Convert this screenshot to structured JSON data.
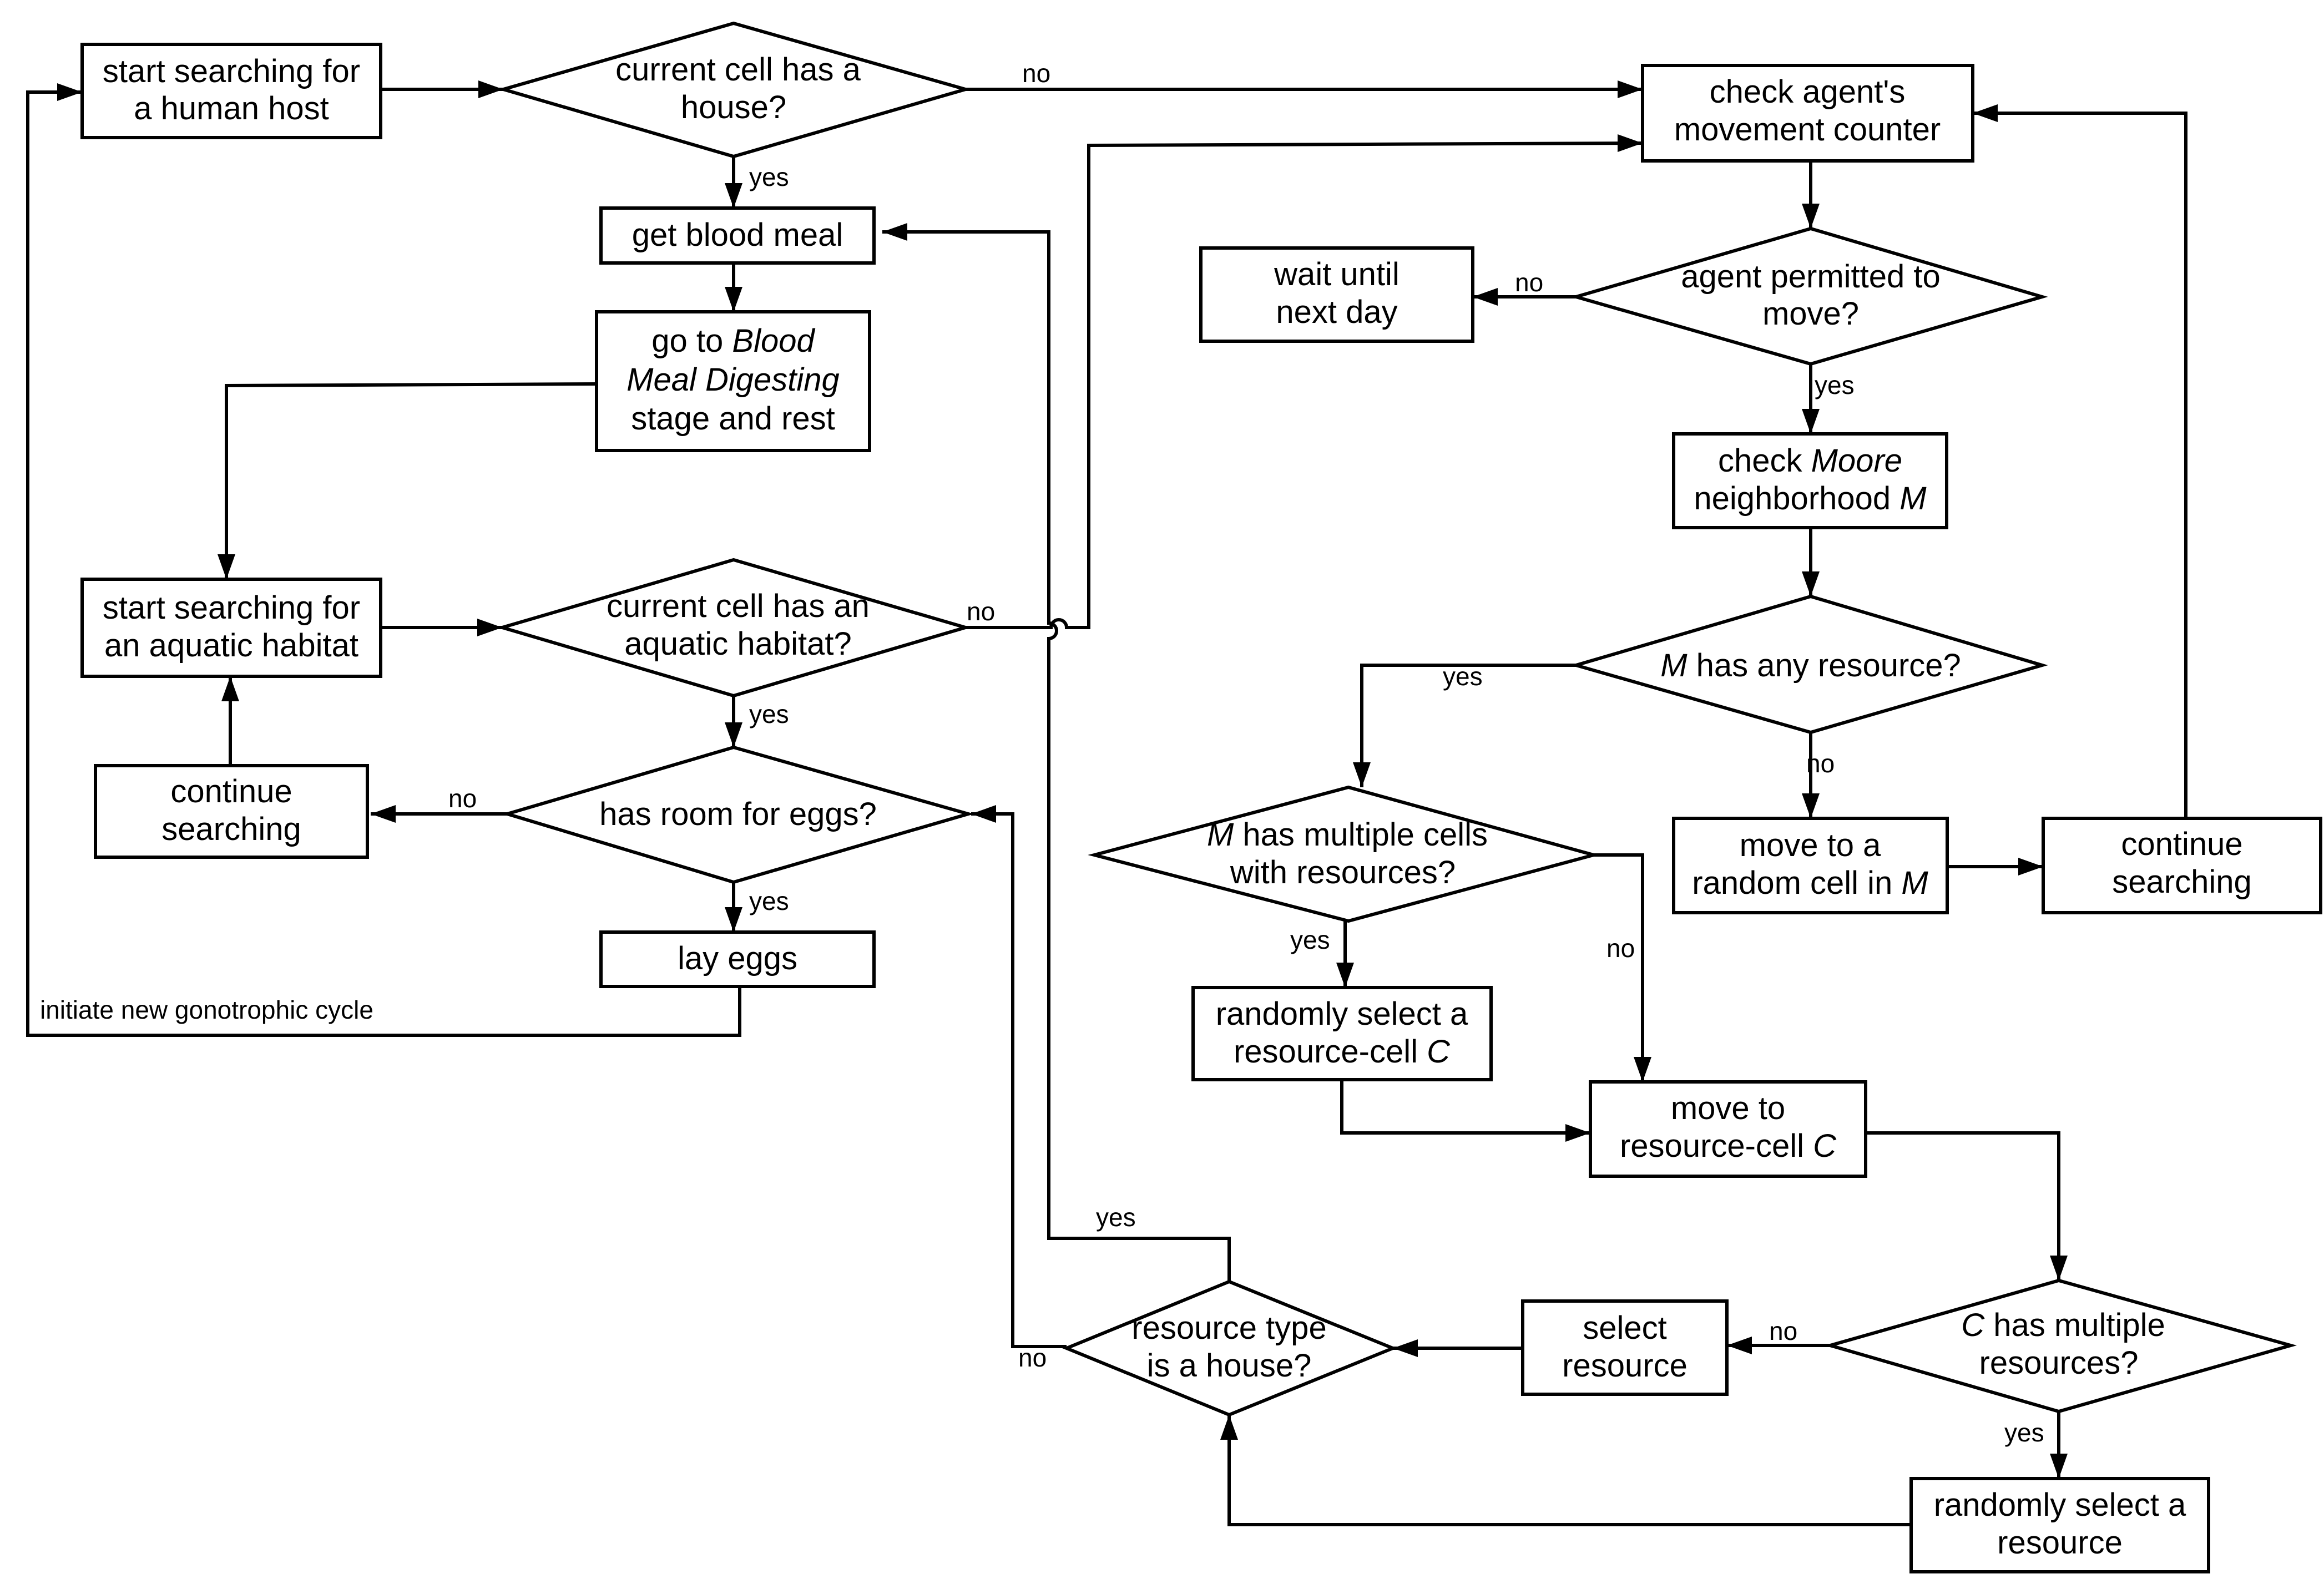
{
  "nodes": {
    "start_host": [
      "start searching for",
      "a human host"
    ],
    "has_house_q": [
      "current cell has a",
      "house?"
    ],
    "blood_meal": [
      "get blood meal"
    ],
    "digest": {
      "l1": "go to ",
      "l1_em": "Blood",
      "l2_em": "Meal Digesting",
      "l3": "stage and rest"
    },
    "start_aquatic": [
      "start searching for",
      "an aquatic habitat"
    ],
    "aquatic_q": [
      "current cell has an",
      "aquatic habitat?"
    ],
    "continue_left": [
      "continue",
      "searching"
    ],
    "room_q": [
      "has room for eggs?"
    ],
    "lay_eggs": [
      "lay eggs"
    ],
    "check_counter": [
      "check agent's",
      "movement counter"
    ],
    "permitted_q": [
      "agent permitted to",
      "move?"
    ],
    "wait": [
      "wait until",
      "next day"
    ],
    "moore": {
      "l1": "check ",
      "l1_em": "Moore",
      "l2": "neighborhood ",
      "l2_em": "M"
    },
    "any_res_q": {
      "em": "M",
      "rest": " has any resource?"
    },
    "multi_cells_q": {
      "em": "M",
      "l1": " has multiple cells",
      "l2": "with resources?"
    },
    "random_cell": {
      "l1": "move to a",
      "l2": "random cell in ",
      "l2_em": "M"
    },
    "continue_right": [
      "continue",
      "searching"
    ],
    "select_c": {
      "l1": "randomly select a",
      "l2": "resource-cell ",
      "l2_em": "C"
    },
    "move_c": {
      "l1": "move to",
      "l2": "resource-cell ",
      "l2_em": "C"
    },
    "c_multi_q": {
      "em": "C",
      "l1": " has multiple",
      "l2": "resources?"
    },
    "select_res": [
      "select",
      "resource"
    ],
    "random_res": [
      "randomly select a",
      "resource"
    ],
    "house_type_q": [
      "resource type",
      "is a house?"
    ]
  },
  "labels": {
    "yes": "yes",
    "no": "no",
    "new_cycle": "initiate new gonotrophic cycle"
  },
  "colors": {
    "stroke": "#000000",
    "fill": "#ffffff"
  }
}
